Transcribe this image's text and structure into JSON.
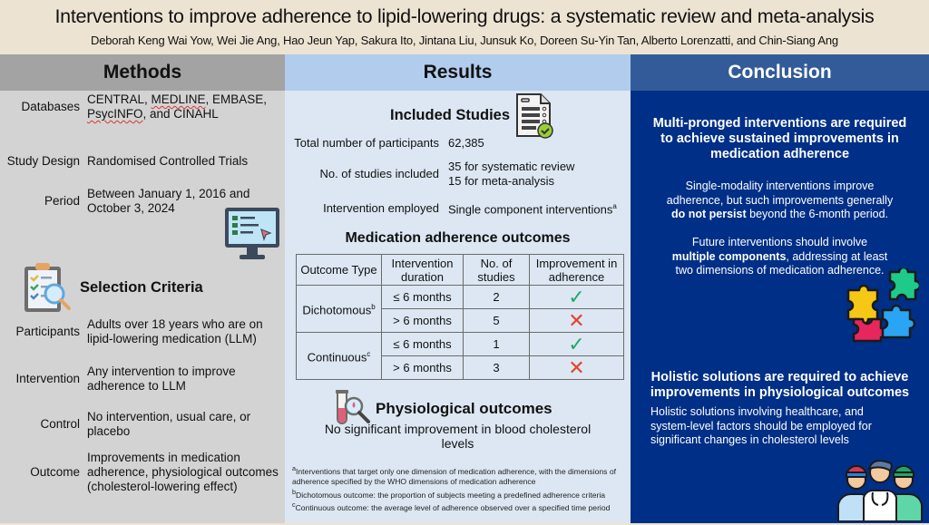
{
  "header": {
    "title": "Interventions to improve adherence to lipid-lowering drugs: a systematic review and meta-analysis",
    "authors": "Deborah Keng Wai Yow, Wei Jie Ang, Hao Jeun Yap, Sakura Ito, Jintana Liu, Junsuk Ko, Doreen Su-Yin Tan, Alberto Lorenzatti, and Chin-Siang Ang"
  },
  "methods": {
    "heading": "Methods",
    "databases": {
      "label": "Databases",
      "value_line1_a": "CENTRAL, ",
      "value_line1_b": "MEDLINE",
      "value_line1_c": ", EMBASE,",
      "value_line2_a": "PsycINFO",
      "value_line2_b": ", and CINAHL"
    },
    "study_design": {
      "label": "Study Design",
      "value": "Randomised Controlled Trials"
    },
    "period": {
      "label": "Period",
      "value_line1": "Between January 1, 2016 and",
      "value_line2": "October 3, 2024"
    },
    "selection_criteria": {
      "heading": "Selection Criteria",
      "participants": {
        "label": "Participants",
        "value_line1": "Adults over 18 years who are on",
        "value_line2": "lipid-lowering medication (LLM)"
      },
      "intervention": {
        "label": "Intervention",
        "value_line1": "Any intervention to improve",
        "value_line2": "adherence to LLM"
      },
      "control": {
        "label": "Control",
        "value_line1": "No intervention, usual care, or",
        "value_line2": "placebo"
      },
      "outcome": {
        "label": "Outcome",
        "value_line1": "Improvements in medication",
        "value_line2": "adherence, physiological outcomes",
        "value_line3": "(cholesterol-lowering effect)"
      }
    },
    "icons": {
      "computer": "computer-checklist-icon",
      "clipboard": "clipboard-search-icon"
    }
  },
  "results": {
    "heading": "Results",
    "included_studies": {
      "heading": "Included Studies",
      "participants": {
        "label": "Total number of participants",
        "value": "62,385"
      },
      "studies": {
        "label": "No. of studies included",
        "value_line1": "35 for systematic review",
        "value_line2": "15 for meta-analysis"
      },
      "intervention": {
        "label": "Intervention employed",
        "value": "Single component interventions",
        "sup": "a"
      }
    },
    "adherence": {
      "heading": "Medication adherence outcomes",
      "columns": [
        {
          "line1": "Outcome Type",
          "line2": ""
        },
        {
          "line1": "Intervention",
          "line2": "duration"
        },
        {
          "line1": "No. of",
          "line2": "studies"
        },
        {
          "line1": "Improvement in",
          "line2": "adherence"
        }
      ],
      "groups": [
        {
          "type": "Dichotomous",
          "sup": "b",
          "rows": [
            {
              "duration": "≤ 6 months",
              "studies": "2",
              "improvement": "✓"
            },
            {
              "duration": "> 6 months",
              "studies": "5",
              "improvement": "✕"
            }
          ]
        },
        {
          "type": "Continuous",
          "sup": "c",
          "rows": [
            {
              "duration": "≤ 6 months",
              "studies": "1",
              "improvement": "✓"
            },
            {
              "duration": "> 6 months",
              "studies": "3",
              "improvement": "✕"
            }
          ]
        }
      ]
    },
    "physiological": {
      "heading": "Physiological outcomes",
      "text_line1": "No significant improvement in blood cholesterol",
      "text_line2": "levels"
    },
    "footnotes": {
      "a_sup": "a",
      "a": "Interventions that target only one dimension of medication adherence, with the dimensions of adherence specified by the WHO dimensions of medication adherence",
      "b_sup": "b",
      "b": "Dichotomous outcome: the proportion of subjects meeting a predefined adherence criteria",
      "c_sup": "c",
      "c": "Continuous outcome: the average level of adherence observed over a specified time period"
    }
  },
  "conclusion": {
    "heading": "Conclusion",
    "block1": {
      "title_line1": "Multi-pronged interventions are required",
      "title_line2": "to achieve sustained improvements in",
      "title_line3": "medication adherence",
      "p1_line1": "Single-modality interventions improve",
      "p1_line2": "adherence, but such improvements generally",
      "p1_line3_bold": "do not persist",
      "p1_line3_rest": " beyond the 6-month period.",
      "p2_line1": "Future interventions should involve",
      "p2_line2_bold": "multiple components",
      "p2_line2_rest": ", addressing at least",
      "p2_line3": "two dimensions of medication adherence."
    },
    "block2": {
      "title_line1": "Holistic solutions are required to achieve",
      "title_line2": "improvements in physiological outcomes",
      "p_line1": "Holistic solutions involving healthcare, and",
      "p_line2": "system-level factors should be employed for",
      "p_line3": "significant changes in cholesterol levels"
    }
  },
  "colors": {
    "background": "#ece3d2",
    "methods_bg": "#d3d3d3",
    "methods_head": "#a3a3a3",
    "results_bg": "#dce7f3",
    "results_head": "#b2ccee",
    "conclusion_bg": "#002f87",
    "conclusion_head": "#335b99",
    "check": "#22a86a",
    "cross": "#e04431"
  }
}
